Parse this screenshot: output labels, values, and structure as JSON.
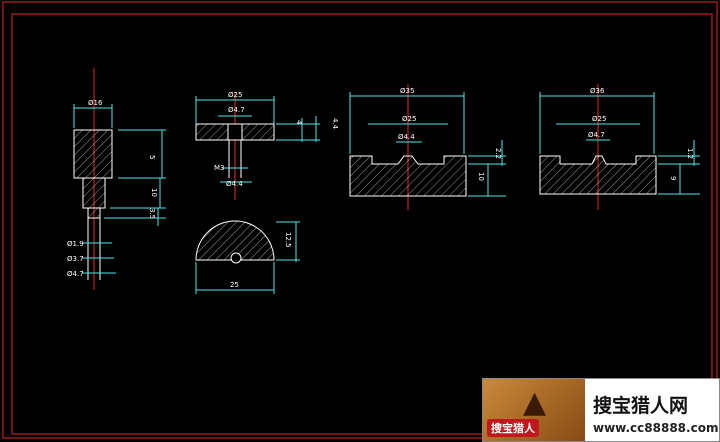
{
  "drawing": {
    "part1": {
      "dia_top": "Ø16",
      "height_1": "5",
      "height_2": "10",
      "height_3": "3.5",
      "dia_a": "Ø1.9",
      "dia_b": "Ø3.7",
      "dia_c": "Ø4.7"
    },
    "part2": {
      "dia_outer": "Ø25",
      "dia_inner": "Ø4.7",
      "thick_a": "4",
      "thick_b": "4.4",
      "dia_low": "Ø4.4",
      "thread": "M3",
      "semicircle_w": "25",
      "semicircle_h": "12.5"
    },
    "part3": {
      "dia_outer": "Ø35",
      "dia_mid": "Ø25",
      "dia_hole": "Ø4.4",
      "h_a": "2.2",
      "h_b": "10"
    },
    "part4": {
      "dia_outer": "Ø36",
      "dia_mid": "Ø25",
      "dia_hole": "Ø4.7",
      "h_a": "1.2",
      "h_b": "9"
    }
  },
  "watermark": {
    "badge": "搜宝猎人",
    "title": "搜宝猎人网",
    "url": "www.cc88888.com"
  },
  "colors": {
    "frame": "#e02828",
    "dimension": "#4fe6e6",
    "outline": "#ffffff"
  }
}
